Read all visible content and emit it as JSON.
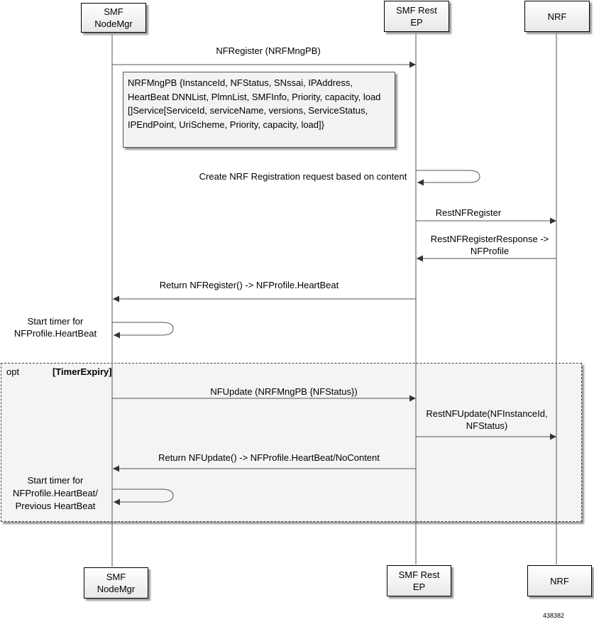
{
  "participants": [
    {
      "id": "nodemgr",
      "label_top": "SMF\nNodeMgr",
      "label_bottom": "SMF\nNodeMgr"
    },
    {
      "id": "restep",
      "label_top": "SMF Rest\nEP",
      "label_bottom": "SMF Rest\nEP"
    },
    {
      "id": "nrf",
      "label_top": "NRF",
      "label_bottom": "NRF"
    }
  ],
  "messages": {
    "m1": "NFRegister (NRFMngPB)",
    "m2": "Create NRF Registration request based on content",
    "m3": "RestNFRegister",
    "m4": "RestNFRegisterResponse ->\nNFProfile",
    "m5": "Return NFRegister() -> NFProfile.HeartBeat",
    "m6": "Start timer for\nNFProfile.HeartBeat",
    "m7": "NFUpdate (NRFMngPB {NFStatus})",
    "m8": "RestNFUpdate(NFInstanceId,\nNFStatus)",
    "m9": "Return NFUpdate() -> NFProfile.HeartBeat/NoContent",
    "m10": "Start timer for\nNFProfile.HeartBeat/\nPrevious HeartBeat"
  },
  "note": {
    "text": "NRFMngPB {InstanceId, NFStatus, SNssai, IPAddress, HeartBeat DNNList, PlmnList, SMFInfo, Priority, capacity, load []Service[ServiceId, serviceName, versions, ServiceStatus, IPEndPoint, UriScheme, Priority, capacity, load]}"
  },
  "fragment": {
    "operator": "opt",
    "guard": "[TimerExpiry]"
  },
  "figure_number": "438382",
  "colors": {
    "line": "#555555",
    "box_border": "#000000",
    "fragment_fill": "#f4f4f4"
  }
}
